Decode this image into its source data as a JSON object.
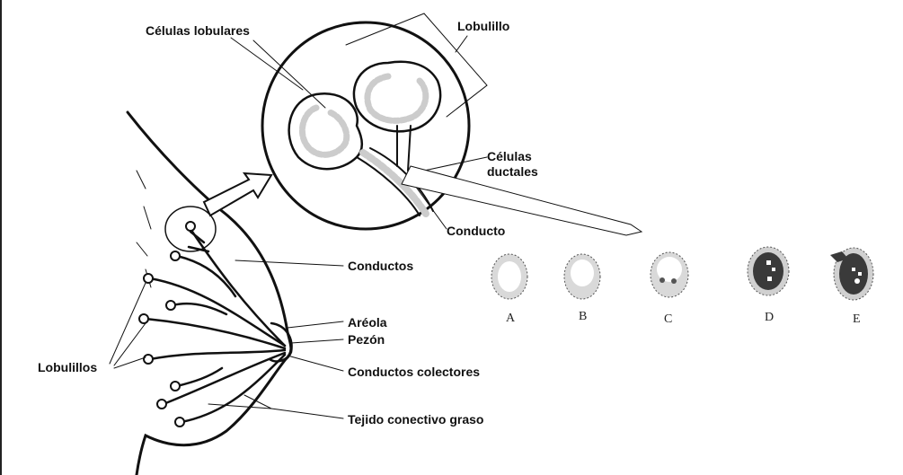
{
  "labels": {
    "celulas_lobulares": "Células lobulares",
    "lobulillo": "Lobulillo",
    "celulas_ductales_1": "Células",
    "celulas_ductales_2": "ductales",
    "conducto": "Conducto",
    "conductos": "Conductos",
    "areola": "Aréola",
    "pezon": "Pezón",
    "conductos_colectores": "Conductos colectores",
    "tejido": "Tejido conectivo graso",
    "lobulillos": "Lobulillos"
  },
  "stages": [
    "A",
    "B",
    "C",
    "D",
    "E"
  ],
  "colors": {
    "line": "#111111",
    "cell_fill": "#d9d9d9",
    "tumor_fill": "#3a3a3a"
  }
}
